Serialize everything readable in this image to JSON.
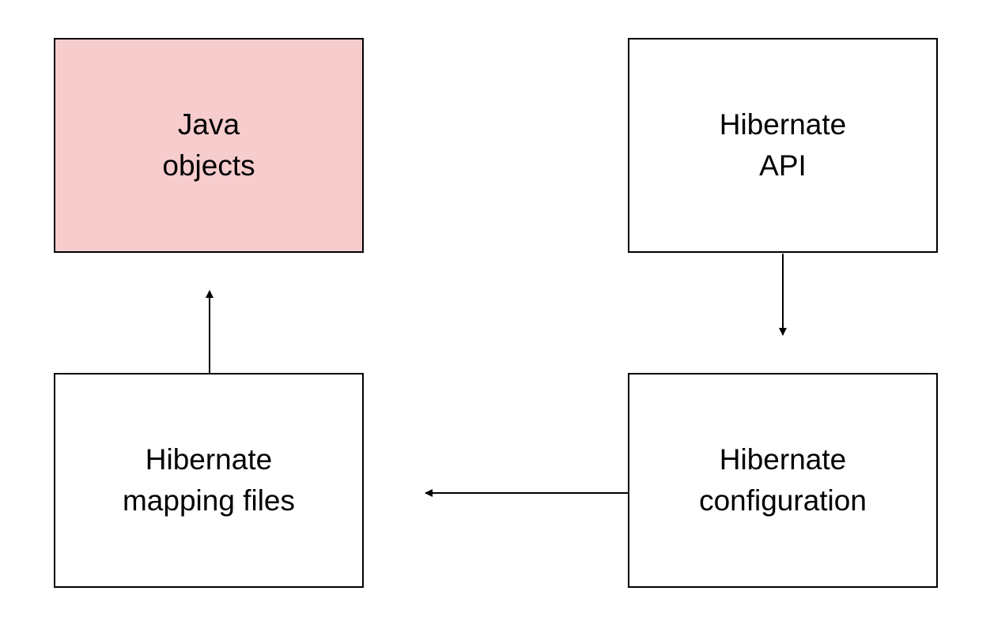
{
  "diagram": {
    "highlight_color": "#f6cccd",
    "line_color": "#000000",
    "nodes": {
      "java_objects": {
        "line1": "Java",
        "line2": "objects"
      },
      "hibernate_api": {
        "line1": "Hibernate",
        "line2": "API"
      },
      "mapping_files": {
        "line1": "Hibernate",
        "line2": "mapping files"
      },
      "configuration": {
        "line1": "Hibernate",
        "line2": "configuration"
      }
    },
    "edges": [
      {
        "from": "hibernate_api",
        "to": "configuration"
      },
      {
        "from": "configuration",
        "to": "mapping_files"
      },
      {
        "from": "mapping_files",
        "to": "java_objects"
      }
    ]
  }
}
